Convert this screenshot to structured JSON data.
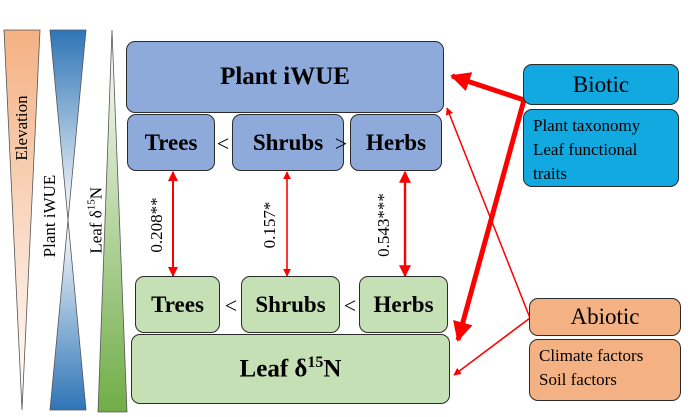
{
  "trend_labels": {
    "elevation": "Elevation",
    "plant_iwue": "Plant iWUE",
    "leaf_n15": "Leaf δ15N"
  },
  "plant_iwue_box": {
    "title": "Plant iWUE",
    "groups": [
      "Trees",
      "Shrubs",
      "Herbs"
    ],
    "comparisons": [
      "<",
      ">"
    ]
  },
  "leaf_n15_box": {
    "title_main": "Leaf δ",
    "title_sup": "15",
    "title_tail": "N",
    "groups": [
      "Trees",
      "Shrubs",
      "Herbs"
    ],
    "comparisons": [
      "<",
      "<"
    ]
  },
  "correlations": [
    "0.208**",
    "0.157*",
    "0.543***"
  ],
  "biotic": {
    "title": "Biotic",
    "factors": [
      "Plant taxonomy",
      "Leaf functional",
      "traits"
    ]
  },
  "abiotic": {
    "title": "Abiotic",
    "factors": [
      "Climate factors",
      "Soil factors"
    ]
  },
  "colors": {
    "plant_box": "#8eaadb",
    "leaf_box": "#c5e0b4",
    "biotic": "#12a8e0",
    "abiotic": "#f4b183",
    "arrow": "#ff0000",
    "elevation_wedge": "#f4b183",
    "iwue_wedge": "#2e75b6",
    "n15_wedge": "#70ad47"
  }
}
